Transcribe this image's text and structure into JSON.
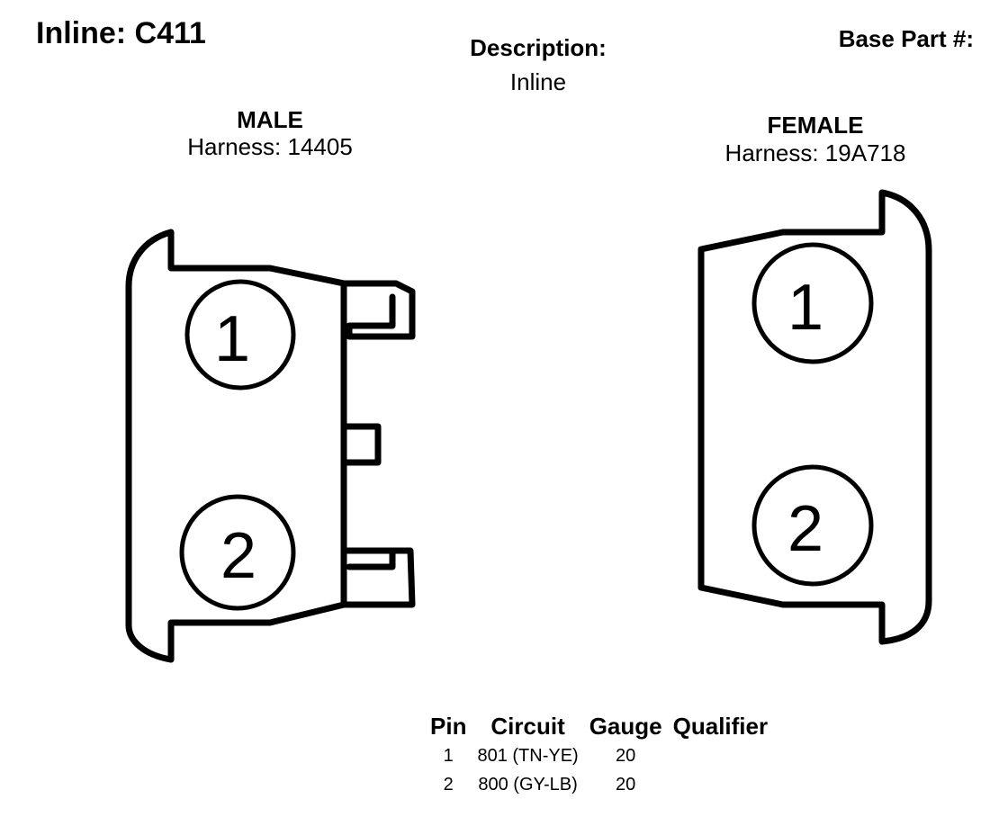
{
  "header": {
    "title": "Inline: C411",
    "description_label": "Description:",
    "description_value": "Inline",
    "base_part_label": "Base Part #:"
  },
  "male": {
    "label": "MALE",
    "harness": "Harness: 14405",
    "pins": [
      "1",
      "2"
    ]
  },
  "female": {
    "label": "FEMALE",
    "harness": "Harness: 19A718",
    "pins": [
      "1",
      "2"
    ]
  },
  "pin_table": {
    "headers": [
      "Pin",
      "Circuit",
      "Gauge",
      "Qualifier"
    ],
    "rows": [
      [
        "1",
        "801 (TN-YE)",
        "20",
        ""
      ],
      [
        "2",
        "800 (GY-LB)",
        "20",
        ""
      ]
    ]
  }
}
